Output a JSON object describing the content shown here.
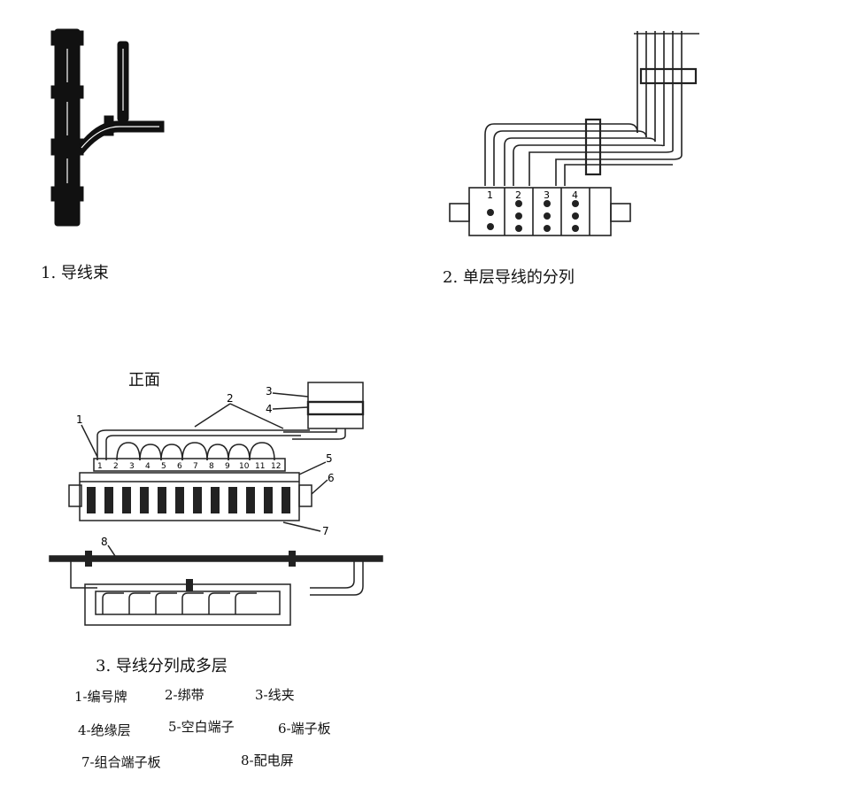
{
  "figures": [
    {
      "id": "fig1",
      "caption": "1. 导线束"
    },
    {
      "id": "fig2",
      "caption": "2. 单层导线的分列",
      "terminal_labels": [
        "1",
        "2",
        "3",
        "4"
      ]
    },
    {
      "id": "fig3",
      "caption": "3. 导线分列成多层",
      "view_label": "正面",
      "callouts": [
        "1",
        "2",
        "3",
        "4",
        "5",
        "6",
        "7",
        "8"
      ],
      "terminal_numbers": [
        "1",
        "2",
        "3",
        "4",
        "5",
        "6",
        "7",
        "8",
        "9",
        "10",
        "11",
        "12"
      ]
    }
  ],
  "legend": [
    "1-编号牌",
    "2-绑带",
    "3-线夹",
    "4-绝缘层",
    "5-空白端子",
    "6-端子板",
    "7-组合端子板",
    "8-配电屏"
  ]
}
